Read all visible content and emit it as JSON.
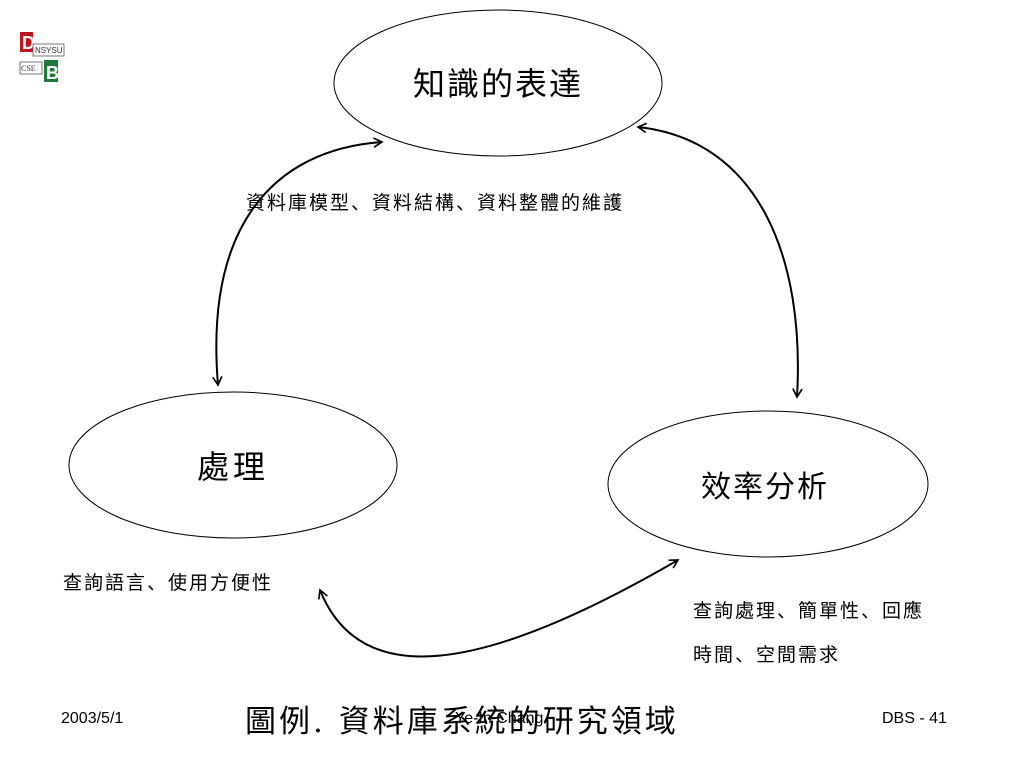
{
  "logo": {
    "top_text": "NSYSU",
    "bottom_text": "CSE",
    "letter_d": "D",
    "letter_b": "B",
    "colors": {
      "red": "#c0141c",
      "green": "#1f7a3a"
    }
  },
  "diagram": {
    "nodes": {
      "knowledge": {
        "label": "知識的表達"
      },
      "processing": {
        "label": "處理"
      },
      "efficiency": {
        "label": "效率分析"
      }
    },
    "annotations": {
      "knowledge": "資料庫模型、資料結構、資料整體的維護",
      "processing": "查詢語言、使用方便性",
      "efficiency_line1": "查詢處理、簡單性、回應",
      "efficiency_line2": "時間、空間需求"
    }
  },
  "footer": {
    "date": "2003/5/1",
    "author": "Ye-In Chang",
    "caption": "圖例.  資料庫系統的研究領域",
    "page": "DBS - 41"
  }
}
